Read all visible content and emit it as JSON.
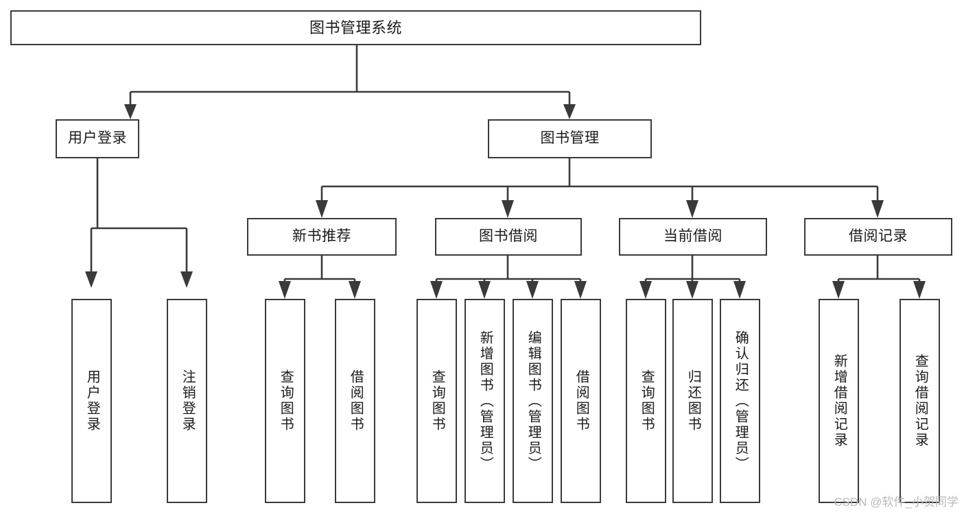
{
  "diagram": {
    "title": "图书管理系统",
    "type": "tree-hierarchy-diagram",
    "colors": {
      "stroke": "#3a3a3a",
      "box_fill": "#ffffff",
      "text": "#1a1a1a",
      "watermark": "#b9b9b9",
      "background": "#ffffff"
    }
  },
  "root": {
    "label": "图书管理系统"
  },
  "level2": {
    "user_login": {
      "label": "用户登录"
    },
    "book_manage": {
      "label": "图书管理"
    }
  },
  "level3": {
    "new_book_recommend": {
      "label": "新书推荐"
    },
    "book_borrow": {
      "label": "图书借阅"
    },
    "current_borrow": {
      "label": "当前借阅"
    },
    "borrow_record": {
      "label": "借阅记录"
    }
  },
  "leaves": {
    "user_login_children": [
      {
        "label": "用户登录"
      },
      {
        "label": "注销登录"
      }
    ],
    "new_book_recommend_children": [
      {
        "label": "查询图书"
      },
      {
        "label": "借阅图书"
      }
    ],
    "book_borrow_children": [
      {
        "label": "查询图书"
      },
      {
        "label": "新增图书（管理员）"
      },
      {
        "label": "编辑图书（管理员）"
      },
      {
        "label": "借阅图书"
      }
    ],
    "current_borrow_children": [
      {
        "label": "查询图书"
      },
      {
        "label": "归还图书"
      },
      {
        "label": "确认归还（管理员）"
      }
    ],
    "borrow_record_children": [
      {
        "label": "新增借阅记录"
      },
      {
        "label": "查询借阅记录"
      }
    ]
  },
  "watermark": {
    "text": "CSDN @软件_小贺同学"
  }
}
